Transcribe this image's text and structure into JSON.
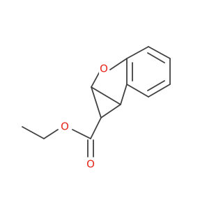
{
  "molecule": {
    "atoms": {
      "ring_oxygen": "O",
      "ester_oxygen": "O",
      "carbonyl_oxygen": "O"
    },
    "colors": {
      "bond": "#404040",
      "heteroatom": "#e8281d",
      "background": "#ffffff"
    }
  }
}
